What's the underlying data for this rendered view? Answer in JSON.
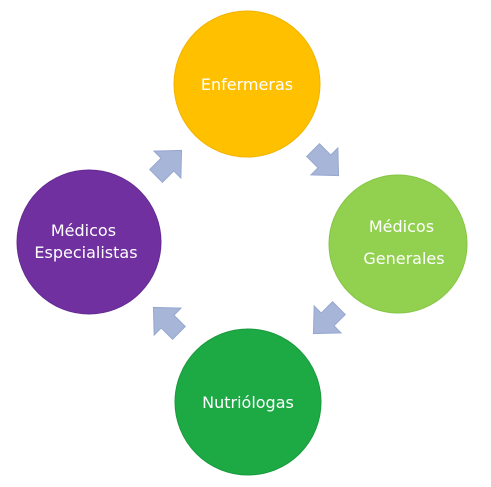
{
  "diagram": {
    "nodes": [
      {
        "id": "enfermeras",
        "lines": [
          "Enfermeras"
        ],
        "color": "#FFC000",
        "border": "#F2B300"
      },
      {
        "id": "medicos-generales",
        "lines": [
          "Médicos",
          "Generales"
        ],
        "color": "#92D050",
        "border": "#86C545"
      },
      {
        "id": "nutriologas",
        "lines": [
          "Nutriólogas"
        ],
        "color": "#1DAA45",
        "border": "#189A3D"
      },
      {
        "id": "medicos-especialistas",
        "lines": [
          "Médicos",
          "Especialistas"
        ],
        "color": "#7030A0",
        "border": "#652A92"
      }
    ],
    "arrow_color": "#A6B5D8",
    "arrow_border": "#97A8CF"
  }
}
